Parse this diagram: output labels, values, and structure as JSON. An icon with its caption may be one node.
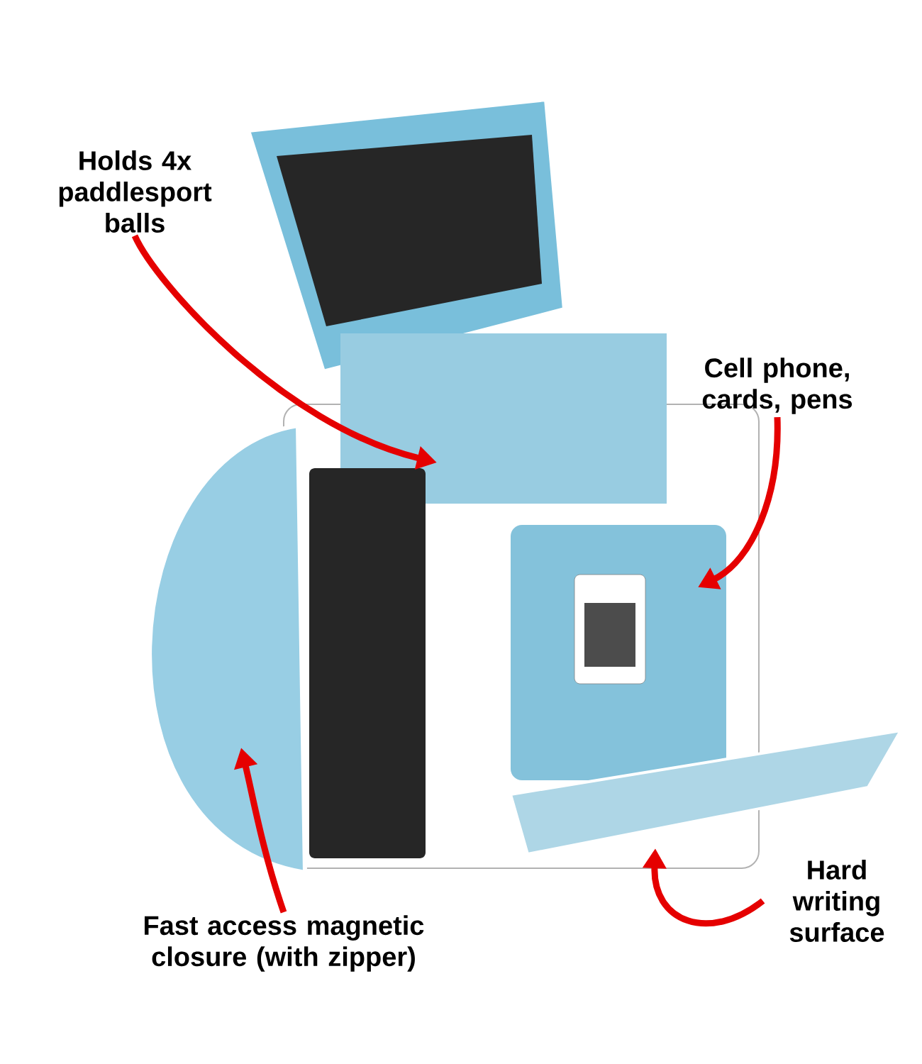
{
  "diagram": {
    "nodes": [
      {
        "text": [
          "Holds 4x paddlesport balls"
        ]
      },
      {
        "text": [
          "Cell phone, cards, pens"
        ]
      },
      {
        "text": [
          "Fast access magnetic closure (with zipper)"
        ]
      },
      {
        "text": [
          "Hard writing surface"
        ]
      }
    ],
    "edges": [
      {
        "from": 0,
        "to": null,
        "arrow": "to"
      },
      {
        "from": 1,
        "to": null,
        "arrow": "to"
      },
      {
        "from": 2,
        "to": null,
        "arrow": "to"
      },
      {
        "from": 3,
        "to": null,
        "arrow": "to"
      }
    ]
  }
}
